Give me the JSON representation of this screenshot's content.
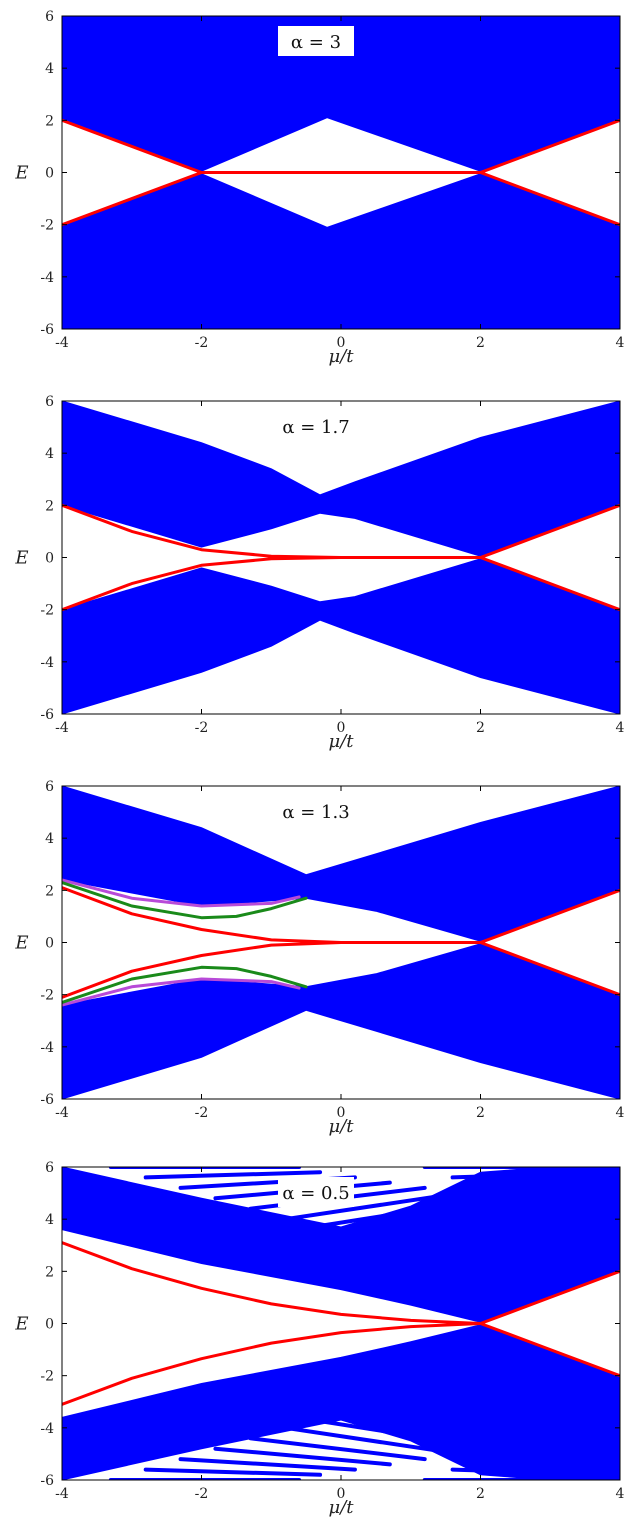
{
  "colors": {
    "bulk": "#0000ff",
    "edge": "#ff0000",
    "green": "#1a8a1a",
    "magenta": "#b84ad8",
    "frame": "#000000",
    "background": "#ffffff"
  },
  "chart_data": [
    {
      "type": "area",
      "title": "α = 3",
      "xlabel": "μ/t",
      "ylabel": "E",
      "xlim": [
        -4,
        4
      ],
      "ylim": [
        -6,
        6
      ],
      "xticks": [
        "-4",
        "-2",
        "0",
        "2",
        "4"
      ],
      "yticks": [
        "6",
        "4",
        "2",
        "0",
        "-2",
        "-4",
        "-6"
      ],
      "grid": false,
      "bands": [
        {
          "name": "upper bulk",
          "x": [
            -4,
            -2,
            -0.2,
            2,
            4
          ],
          "upper": [
            6,
            6,
            6,
            6,
            6
          ],
          "lower": [
            2,
            0.05,
            2.1,
            0.05,
            2
          ]
        },
        {
          "name": "lower bulk",
          "x": [
            -4,
            -2,
            -0.2,
            2,
            4
          ],
          "upper": [
            -2,
            -0.05,
            -2.1,
            -0.05,
            -2
          ],
          "lower": [
            -6,
            -6,
            -6,
            -6,
            -6
          ]
        }
      ],
      "series": [
        {
          "color": "edge",
          "x": [
            -4,
            -2,
            2,
            4
          ],
          "y": [
            2,
            0,
            0,
            -2
          ]
        },
        {
          "color": "edge",
          "x": [
            -4,
            -2,
            2,
            4
          ],
          "y": [
            -2,
            0,
            0,
            2
          ]
        }
      ]
    },
    {
      "type": "area",
      "title": "α = 1.7",
      "xlabel": "μ/t",
      "ylabel": "E",
      "xlim": [
        -4,
        4
      ],
      "ylim": [
        -6,
        6
      ],
      "xticks": [
        "-4",
        "-2",
        "0",
        "2",
        "4"
      ],
      "yticks": [
        "6",
        "4",
        "2",
        "0",
        "-2",
        "-4",
        "-6"
      ],
      "grid": false,
      "bands": [
        {
          "name": "upper bulk",
          "x": [
            -4,
            -2,
            -1,
            -0.3,
            0.2,
            2,
            4
          ],
          "upper": [
            6,
            4.4,
            3.4,
            2.4,
            2.9,
            4.6,
            6
          ],
          "lower": [
            2,
            0.4,
            1.1,
            1.7,
            1.5,
            0.05,
            2
          ]
        },
        {
          "name": "lower bulk",
          "x": [
            -4,
            -2,
            -1,
            -0.3,
            0.2,
            2,
            4
          ],
          "upper": [
            -2,
            -0.4,
            -1.1,
            -1.7,
            -1.5,
            -0.05,
            -2
          ],
          "lower": [
            -6,
            -4.4,
            -3.4,
            -2.4,
            -2.9,
            -4.6,
            -6
          ]
        }
      ],
      "series": [
        {
          "color": "edge",
          "x": [
            -4,
            -3,
            -2,
            -1,
            0,
            1,
            2,
            3,
            4
          ],
          "y": [
            2,
            1,
            0.3,
            0.05,
            0,
            0,
            0,
            -1,
            -2
          ]
        },
        {
          "color": "edge",
          "x": [
            -4,
            -3,
            -2,
            -1,
            0,
            1,
            2,
            3,
            4
          ],
          "y": [
            -2,
            -1,
            -0.3,
            -0.05,
            0,
            0,
            0,
            1,
            2
          ]
        }
      ]
    },
    {
      "type": "area",
      "title": "α = 1.3",
      "xlabel": "μ/t",
      "ylabel": "E",
      "xlim": [
        -4,
        4
      ],
      "ylim": [
        -6,
        6
      ],
      "xticks": [
        "-4",
        "-2",
        "0",
        "2",
        "4"
      ],
      "yticks": [
        "6",
        "4",
        "2",
        "0",
        "-2",
        "-4",
        "-6"
      ],
      "grid": false,
      "bands": [
        {
          "name": "upper bulk",
          "x": [
            -4,
            -2,
            -0.5,
            0.5,
            2,
            4
          ],
          "upper": [
            6,
            4.4,
            2.6,
            3.4,
            4.6,
            6
          ],
          "lower": [
            2.4,
            1.4,
            1.7,
            1.2,
            0.05,
            2
          ]
        },
        {
          "name": "lower bulk",
          "x": [
            -4,
            -2,
            -0.5,
            0.5,
            2,
            4
          ],
          "upper": [
            -2.4,
            -1.4,
            -1.7,
            -1.2,
            -0.05,
            -2
          ],
          "lower": [
            -6,
            -4.4,
            -2.6,
            -3.4,
            -4.6,
            -6
          ]
        }
      ],
      "series": [
        {
          "color": "magenta",
          "x": [
            -4,
            -3,
            -2,
            -1,
            -0.6
          ],
          "y": [
            2.4,
            1.7,
            1.4,
            1.5,
            1.75
          ]
        },
        {
          "color": "magenta",
          "x": [
            -4,
            -3,
            -2,
            -1,
            -0.6
          ],
          "y": [
            -2.4,
            -1.7,
            -1.4,
            -1.5,
            -1.75
          ]
        },
        {
          "color": "green",
          "x": [
            -4,
            -3,
            -2,
            -1.5,
            -1,
            -0.5
          ],
          "y": [
            2.3,
            1.4,
            0.95,
            1.0,
            1.3,
            1.7
          ]
        },
        {
          "color": "green",
          "x": [
            -4,
            -3,
            -2,
            -1.5,
            -1,
            -0.5
          ],
          "y": [
            -2.3,
            -1.4,
            -0.95,
            -1.0,
            -1.3,
            -1.7
          ]
        },
        {
          "color": "edge",
          "x": [
            -4,
            -3,
            -2,
            -1,
            0,
            1,
            2,
            3,
            4
          ],
          "y": [
            2.1,
            1.1,
            0.5,
            0.1,
            0,
            0,
            0,
            -1,
            -2
          ]
        },
        {
          "color": "edge",
          "x": [
            -4,
            -3,
            -2,
            -1,
            0,
            1,
            2,
            3,
            4
          ],
          "y": [
            -2.1,
            -1.1,
            -0.5,
            -0.1,
            0,
            0,
            0,
            1,
            2
          ]
        }
      ]
    },
    {
      "type": "area",
      "title": "α = 0.5",
      "xlabel": "μ/t",
      "ylabel": "E",
      "xlim": [
        -4,
        4
      ],
      "ylim": [
        -6,
        6
      ],
      "xticks": [
        "-4",
        "-2",
        "0",
        "2",
        "4"
      ],
      "yticks": [
        "6",
        "4",
        "2",
        "0",
        "-2",
        "-4",
        "-6"
      ],
      "grid": false,
      "bands": [
        {
          "name": "upper bulk",
          "x": [
            -4,
            -2,
            0,
            1,
            2,
            3,
            4
          ],
          "upper": [
            6,
            4.8,
            3.7,
            4.5,
            5.8,
            6,
            6
          ],
          "lower": [
            3.6,
            2.3,
            1.3,
            0.7,
            0.05,
            1,
            2
          ]
        },
        {
          "name": "lower bulk",
          "x": [
            -4,
            -2,
            0,
            1,
            2,
            3,
            4
          ],
          "upper": [
            -3.6,
            -2.3,
            -1.3,
            -0.7,
            -0.05,
            -1,
            -2
          ],
          "lower": [
            -6,
            -4.8,
            -3.7,
            -4.5,
            -5.8,
            -6,
            -6
          ]
        }
      ],
      "bulk_lines": [
        {
          "x": [
            -3.3,
            -0.6
          ],
          "y": [
            6,
            6
          ]
        },
        {
          "x": [
            -2.8,
            -0.3
          ],
          "y": [
            5.6,
            5.8
          ]
        },
        {
          "x": [
            -2.3,
            0.2
          ],
          "y": [
            5.2,
            5.6
          ]
        },
        {
          "x": [
            -1.8,
            0.7
          ],
          "y": [
            4.8,
            5.4
          ]
        },
        {
          "x": [
            -1.3,
            1.2
          ],
          "y": [
            4.4,
            5.2
          ]
        },
        {
          "x": [
            -0.8,
            1.7
          ],
          "y": [
            4.0,
            5.0
          ]
        },
        {
          "x": [
            -0.4,
            2.2
          ],
          "y": [
            3.7,
            4.8
          ]
        },
        {
          "x": [
            1.2,
            4
          ],
          "y": [
            6,
            6
          ]
        },
        {
          "x": [
            1.6,
            4
          ],
          "y": [
            5.6,
            5.8
          ]
        }
      ],
      "series": [
        {
          "color": "edge",
          "x": [
            -4,
            -3,
            -2,
            -1,
            0,
            1,
            2,
            3,
            4
          ],
          "y": [
            3.1,
            2.1,
            1.35,
            0.75,
            0.35,
            0.12,
            0,
            -1,
            -2
          ]
        },
        {
          "color": "edge",
          "x": [
            -4,
            -3,
            -2,
            -1,
            0,
            1,
            2,
            3,
            4
          ],
          "y": [
            -3.1,
            -2.1,
            -1.35,
            -0.75,
            -0.35,
            -0.12,
            0,
            1,
            2
          ]
        }
      ]
    }
  ]
}
